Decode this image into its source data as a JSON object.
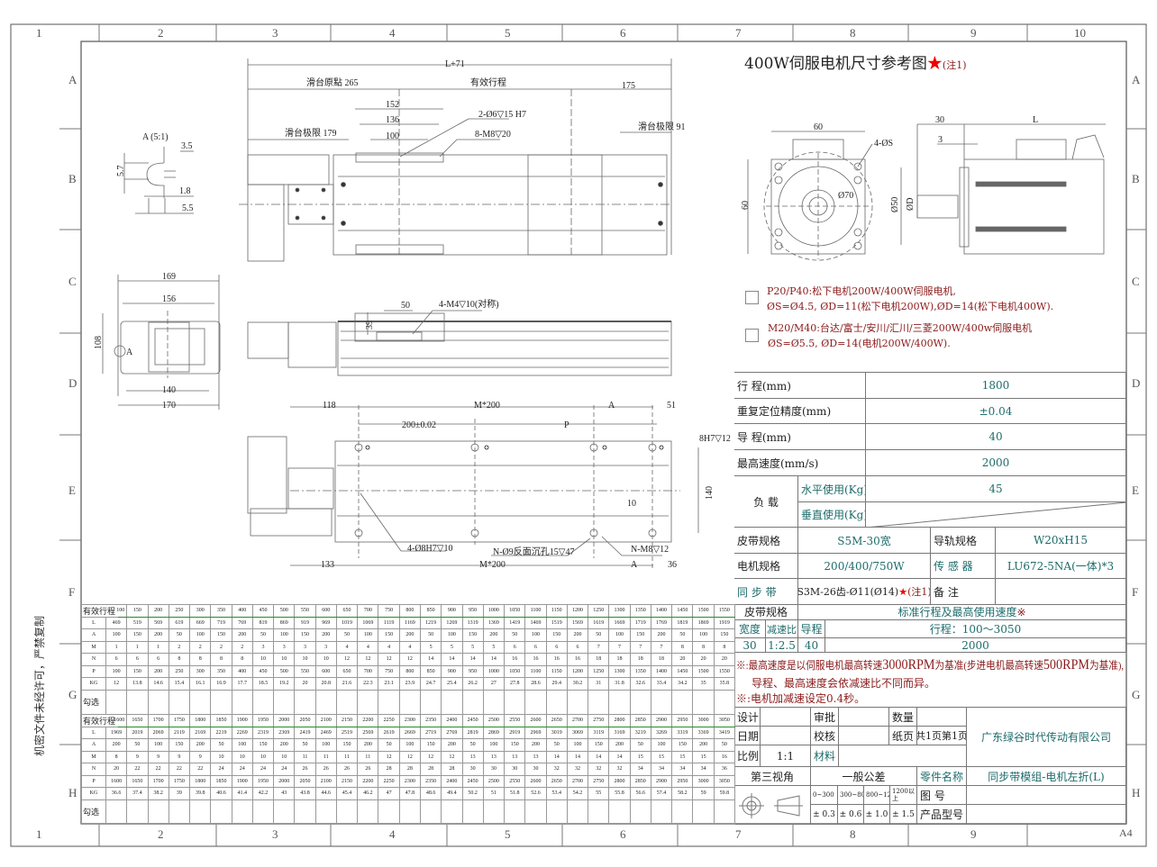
{
  "frame": {
    "columns": [
      "1",
      "2",
      "3",
      "4",
      "5",
      "6",
      "7",
      "8",
      "9",
      "10"
    ],
    "rows": [
      "A",
      "B",
      "C",
      "D",
      "E",
      "F",
      "G",
      "H"
    ],
    "sheet_size": "A4",
    "confidential_note": "机密文件未经许可，严禁复制"
  },
  "top_view": {
    "overall": "L+71",
    "origin": "滑台原點 265",
    "effective_stroke": "有效行程",
    "right_margin": "175",
    "left_limit": "滑台极限 179",
    "right_limit": "滑台极限 91",
    "dim_152": "152",
    "dim_136": "136",
    "dim_100": "100",
    "pin_holes": "2-Ø6▽15 H7",
    "tap_holes": "8-M8▽20"
  },
  "detail_a": {
    "title": "A (5:1)",
    "d1": "3.5",
    "d2": "5.7",
    "d3": "1.8",
    "d4": "5.5"
  },
  "end_view": {
    "w1": "169",
    "w2": "156",
    "h": "108",
    "b1": "140",
    "b2": "170",
    "mark": "A"
  },
  "side_view": {
    "d1": "50",
    "d2": "39",
    "holes": "4-M4▽10(对称)"
  },
  "bottom_view": {
    "d118": "118",
    "m200_top": "M*200",
    "a_top": "A",
    "d51": "51",
    "d200": "200±0.02",
    "p": "P",
    "pin": "8H7▽12",
    "d140": "140",
    "d10": "10",
    "holes1": "4-Ø8H7▽10",
    "holes2": "N-Ø9反面沉孔15▽47",
    "holes3": "N-M8▽12",
    "d133": "133",
    "m200_bottom": "M*200",
    "a_bottom": "A",
    "d36": "36"
  },
  "motor_ref": {
    "title": "400W伺服电机尺寸参考图",
    "title_note": "(注1)",
    "front": {
      "w": "60",
      "h": "60",
      "holes": "4-ØS",
      "pcd": "Ø70"
    },
    "side": {
      "d30": "30",
      "d3": "3",
      "L": "L",
      "d50": "Ø50",
      "dD": "ØD"
    }
  },
  "motor_options": [
    {
      "line1": "P20/P40:松下电机200W/400W伺服电机,",
      "line2": "ØS=Ø4.5, ØD=11(松下电机200W),ØD=14(松下电机400W).",
      "checked": false
    },
    {
      "line1": "M20/M40:台达/富士/安川/汇川/三菱200W/400w伺服电机",
      "line2": "ØS=Ø5.5, ØD=14(电机200W/400W).",
      "checked": false
    }
  ],
  "specs": {
    "stroke_label": "行  程(mm)",
    "stroke": "1800",
    "repeat_label": "重复定位精度(mm)",
    "repeat": "±0.04",
    "lead_label": "导  程(mm)",
    "lead": "40",
    "speed_label": "最高速度(mm/s)",
    "speed": "2000",
    "load_label": "负 载",
    "load_h_label": "水平使用(Kg)",
    "load_h": "45",
    "load_v_label": "垂直使用(Kg)",
    "belt_label": "皮带规格",
    "belt": "S5M-30宽",
    "rail_label": "导轨规格",
    "rail": "W20xH15",
    "motor_label": "电机规格",
    "motor": "200/400/750W",
    "sensor_label": "传 感 器",
    "sensor": "LU672-5NA(一体)*3",
    "sync_label": "同 步 带",
    "sync": "S3M-26齿-Ø11(Ø14)",
    "sync_note": "(注1)",
    "remark_label": "备   注"
  },
  "speed_table": {
    "belt_spec": "皮带规格",
    "title": "标准行程及最高使用速度",
    "mark": "※",
    "h_width": "宽度",
    "h_ratio": "减速比",
    "h_lead": "导程",
    "stroke_range": "行程：100～3050",
    "width": "30",
    "ratio": "1:2.5",
    "lead": "40",
    "max_speed": "2000"
  },
  "notes": {
    "n1_a": "※:最高速度是以伺服电机最高转速",
    "n1_b": "3000RPM",
    "n1_c": "为基准(步进电机最高转速",
    "n1_d": "500RPM",
    "n1_e": "为基准),",
    "n2": "导程、最高速度会依减速比不同而异。",
    "n3": "※:电机加减速设定0.4秒。"
  },
  "title_block": {
    "design": "设计",
    "approve": "审批",
    "qty": "数量",
    "date": "日期",
    "check": "校核",
    "paper": "纸页",
    "pages": "共1页第1页",
    "scale_label": "比例",
    "scale": "1:1",
    "material": "材料",
    "company": "广东绿谷时代传动有限公司",
    "projection": "第三视角",
    "tolerance": "一般公差",
    "part_name_label": "零件名称",
    "part_name": "同步带模组-电机左折(L)",
    "drawing_no": "图   号",
    "model_no": "产品型号",
    "tol_ranges": [
      "0~300",
      "300~800",
      "800~1200",
      "1200以上"
    ],
    "tol_values": [
      "± 0.3",
      "± 0.6",
      "± 1.0",
      "± 1.5"
    ]
  },
  "stroke_tables": [
    {
      "header": "有效行程",
      "strokes": [
        100,
        150,
        200,
        250,
        300,
        350,
        400,
        450,
        500,
        550,
        600,
        650,
        700,
        750,
        800,
        850,
        900,
        950,
        1000,
        1050,
        1100,
        1150,
        1200,
        1250,
        1300,
        1350,
        1400,
        1450,
        1500,
        1550
      ],
      "rows": [
        {
          "label": "L",
          "values": [
            469,
            519,
            569,
            619,
            669,
            719,
            769,
            819,
            869,
            919,
            969,
            1019,
            1069,
            1119,
            1169,
            1219,
            1269,
            1319,
            1369,
            1419,
            1469,
            1519,
            1569,
            1619,
            1669,
            1719,
            1769,
            1819,
            1869,
            1919
          ]
        },
        {
          "label": "A",
          "values": [
            100,
            150,
            200,
            50,
            100,
            150,
            200,
            50,
            100,
            150,
            200,
            50,
            100,
            150,
            200,
            50,
            100,
            150,
            200,
            50,
            100,
            150,
            200,
            50,
            100,
            150,
            200,
            50,
            100,
            150
          ]
        },
        {
          "label": "M",
          "values": [
            1,
            1,
            1,
            2,
            2,
            2,
            2,
            3,
            3,
            3,
            3,
            4,
            4,
            4,
            4,
            5,
            5,
            5,
            5,
            6,
            6,
            6,
            6,
            7,
            7,
            7,
            7,
            8,
            8,
            8
          ]
        },
        {
          "label": "N",
          "values": [
            6,
            6,
            6,
            8,
            8,
            8,
            8,
            10,
            10,
            10,
            10,
            12,
            12,
            12,
            12,
            14,
            14,
            14,
            14,
            16,
            16,
            16,
            16,
            18,
            18,
            18,
            18,
            20,
            20,
            20
          ]
        },
        {
          "label": "P",
          "values": [
            100,
            150,
            200,
            250,
            300,
            350,
            400,
            450,
            500,
            550,
            600,
            650,
            700,
            750,
            800,
            850,
            900,
            950,
            1000,
            1050,
            1100,
            1150,
            1200,
            1250,
            1300,
            1350,
            1400,
            1450,
            1500,
            1550
          ]
        },
        {
          "label": "KG",
          "values": [
            "12",
            "13.8",
            "14.6",
            "15.4",
            "16.1",
            "16.9",
            "17.7",
            "18.5",
            "19.2",
            "20",
            "20.8",
            "21.6",
            "22.3",
            "23.1",
            "23.9",
            "24.7",
            "25.4",
            "26.2",
            "27",
            "27.8",
            "28.6",
            "29.4",
            "30.2",
            "31",
            "31.8",
            "32.6",
            "33.4",
            "34.2",
            "35",
            "35.8"
          ]
        }
      ],
      "select_label": "勾选"
    },
    {
      "header": "有效行程",
      "strokes": [
        1600,
        1650,
        1700,
        1750,
        1800,
        1850,
        1900,
        1950,
        2000,
        2050,
        2100,
        2150,
        2200,
        2250,
        2300,
        2350,
        2400,
        2450,
        2500,
        2550,
        2600,
        2650,
        2700,
        2750,
        2800,
        2850,
        2900,
        2950,
        3000,
        3050
      ],
      "rows": [
        {
          "label": "L",
          "values": [
            1969,
            2019,
            2069,
            2119,
            2169,
            2219,
            2269,
            2319,
            2369,
            2419,
            2469,
            2519,
            2569,
            2619,
            2669,
            2719,
            2769,
            2819,
            2869,
            2919,
            2969,
            3019,
            3069,
            3119,
            3169,
            3219,
            3269,
            3319,
            3369,
            3419
          ]
        },
        {
          "label": "A",
          "values": [
            200,
            50,
            100,
            150,
            200,
            50,
            100,
            150,
            200,
            50,
            100,
            150,
            200,
            50,
            100,
            150,
            200,
            50,
            100,
            150,
            200,
            50,
            100,
            150,
            200,
            50,
            100,
            150,
            200,
            50
          ]
        },
        {
          "label": "M",
          "values": [
            8,
            9,
            9,
            9,
            9,
            10,
            10,
            10,
            10,
            11,
            11,
            11,
            11,
            12,
            12,
            12,
            12,
            13,
            13,
            13,
            13,
            14,
            14,
            14,
            14,
            15,
            15,
            15,
            15,
            16
          ]
        },
        {
          "label": "N",
          "values": [
            20,
            22,
            22,
            22,
            22,
            24,
            24,
            24,
            24,
            26,
            26,
            26,
            26,
            28,
            28,
            28,
            28,
            30,
            30,
            30,
            30,
            32,
            32,
            32,
            32,
            34,
            34,
            34,
            34,
            36
          ]
        },
        {
          "label": "P",
          "values": [
            1600,
            1650,
            1700,
            1750,
            1800,
            1850,
            1900,
            1950,
            2000,
            2050,
            2100,
            2150,
            2200,
            2250,
            2300,
            2350,
            2400,
            2450,
            2500,
            2550,
            2600,
            2650,
            2700,
            2750,
            2800,
            2850,
            2900,
            2950,
            3000,
            3050
          ]
        },
        {
          "label": "KG",
          "values": [
            "36.6",
            "37.4",
            "38.2",
            "39",
            "39.8",
            "40.6",
            "41.4",
            "42.2",
            "43",
            "43.8",
            "44.6",
            "45.4",
            "46.2",
            "47",
            "47.8",
            "48.6",
            "49.4",
            "50.2",
            "51",
            "51.8",
            "52.6",
            "53.4",
            "54.2",
            "55",
            "55.8",
            "56.6",
            "57.4",
            "58.2",
            "59",
            "59.8"
          ]
        }
      ],
      "select_label": "勾选"
    }
  ],
  "colors": {
    "teal_text": "#1d6b6b",
    "red_text": "#8b1a1a",
    "dim_arrow": "#19c3d6",
    "header_rule": "#2a8a2a",
    "star": "#e00000"
  }
}
